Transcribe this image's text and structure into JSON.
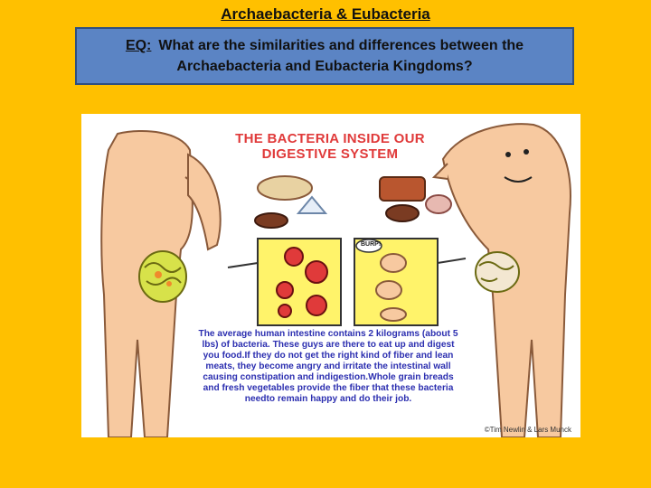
{
  "slide": {
    "title": "Archaebacteria & Eubacteria",
    "eq_label": "EQ:",
    "eq_question": "What are the similarities and differences between the Archaebacteria and Eubacteria Kingdoms?"
  },
  "cartoon": {
    "heading": "THE BACTERIA INSIDE OUR DIGESTIVE SYSTEM",
    "burp_text": "BURP!",
    "caption": "The average human intestine contains 2 kilograms (about 5 lbs) of bacteria. These guys are there to eat up and digest you food.If they do not get the right kind of fiber and lean meats, they become angry and irritate the intestinal wall causing constipation and indigestion.Whole grain breads and fresh vegetables provide the fiber that these bacteria needto remain happy and do their job.",
    "credit": "©Tim Newlin & Lars Munck"
  },
  "colors": {
    "background": "#FFC000",
    "eq_box": "#5B84C4",
    "cartoon_heading": "#E03A3A",
    "caption_text": "#2C2FB0"
  }
}
